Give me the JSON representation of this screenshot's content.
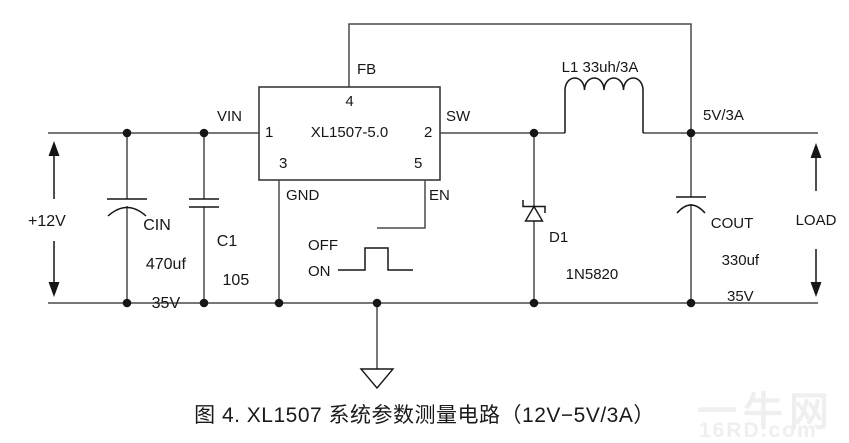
{
  "colors": {
    "wire": "#4a4a4a",
    "ink": "#161616",
    "watermark": "#efefef",
    "background": "#ffffff"
  },
  "ic": {
    "name": "XL1507-5.0",
    "pin_top": "4",
    "pin_left": "1",
    "pin_right": "2",
    "pin_bottom_left": "3",
    "pin_bottom_right": "5",
    "pin_names": {
      "vin": "VIN",
      "fb": "FB",
      "sw": "SW",
      "gnd": "GND",
      "en": "EN"
    }
  },
  "components": {
    "input_source": {
      "label": "+12V"
    },
    "cin": {
      "name": "CIN",
      "value": "470uf",
      "voltage": "35V"
    },
    "c1": {
      "name": "C1",
      "value": "105"
    },
    "enable_waveform": {
      "off": "OFF",
      "on": "ON"
    },
    "d1": {
      "name": "D1",
      "part": "1N5820"
    },
    "l1": {
      "label": "L1 33uh/3A"
    },
    "output": {
      "label": "5V/3A"
    },
    "cout": {
      "name": "COUT",
      "value": "330uf",
      "voltage": "35V"
    },
    "load": {
      "label": "LOAD"
    }
  },
  "caption": "图 4. XL1507 系统参数测量电路（12V−5V/3A）",
  "watermark": {
    "title": "一牛网",
    "domain": "16RD.com"
  }
}
